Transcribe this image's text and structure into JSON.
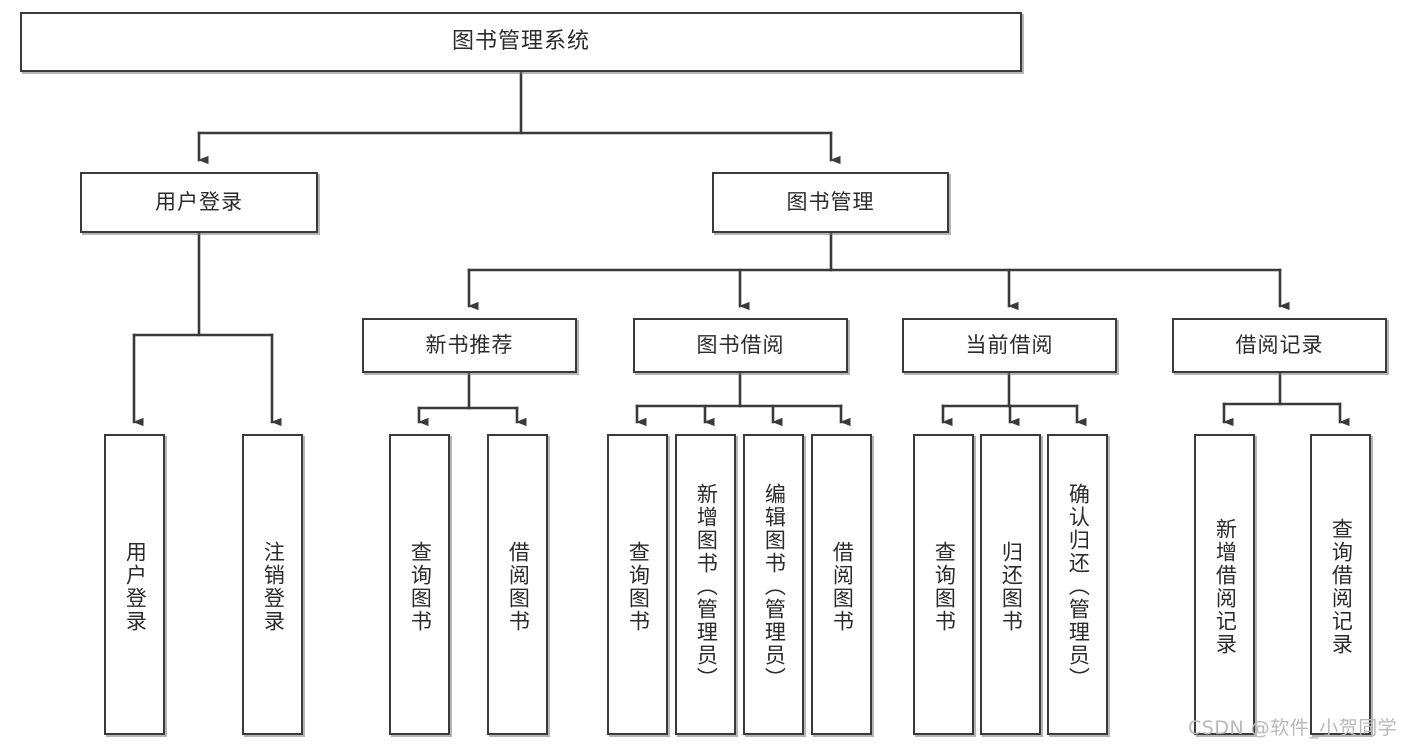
{
  "diagram": {
    "title": "图书管理系统",
    "type": "tree-hierarchy-diagram",
    "colors": {
      "line": "#3a3a3a",
      "box_border": "#3a3a3a",
      "box_fill": "#ffffff",
      "text": "#2b2b2b",
      "watermark": "#b9b9b9"
    },
    "root": {
      "label": "图书管理系统"
    },
    "level2": [
      {
        "id": "user-login",
        "label": "用户登录"
      },
      {
        "id": "book-management",
        "label": "图书管理"
      }
    ],
    "level3": [
      {
        "id": "new-book-recommend",
        "label": "新书推荐"
      },
      {
        "id": "book-borrow",
        "label": "图书借阅"
      },
      {
        "id": "current-borrow",
        "label": "当前借阅"
      },
      {
        "id": "borrow-record",
        "label": "借阅记录"
      }
    ],
    "leaves": {
      "user_login": [
        {
          "id": "leaf-user-login",
          "label": "用户登录"
        },
        {
          "id": "leaf-logout-login",
          "label": "注销登录"
        }
      ],
      "new_book_recommend": [
        {
          "id": "leaf-query-book-1",
          "label": "查询图书"
        },
        {
          "id": "leaf-borrow-book-1",
          "label": "借阅图书"
        }
      ],
      "book_borrow": [
        {
          "id": "leaf-query-book-2",
          "label": "查询图书"
        },
        {
          "id": "leaf-add-book",
          "label": "新增图书（管理员）"
        },
        {
          "id": "leaf-edit-book",
          "label": "编辑图书（管理员）"
        },
        {
          "id": "leaf-borrow-book-2",
          "label": "借阅图书"
        }
      ],
      "current_borrow": [
        {
          "id": "leaf-query-book-3",
          "label": "查询图书"
        },
        {
          "id": "leaf-return-book",
          "label": "归还图书"
        },
        {
          "id": "leaf-confirm-return",
          "label": "确认归还（管理员）"
        }
      ],
      "borrow_record": [
        {
          "id": "leaf-add-record",
          "label": "新增借阅记录"
        },
        {
          "id": "leaf-query-record",
          "label": "查询借阅记录"
        }
      ]
    },
    "watermark": "CSDN @软件_小贺同学"
  }
}
